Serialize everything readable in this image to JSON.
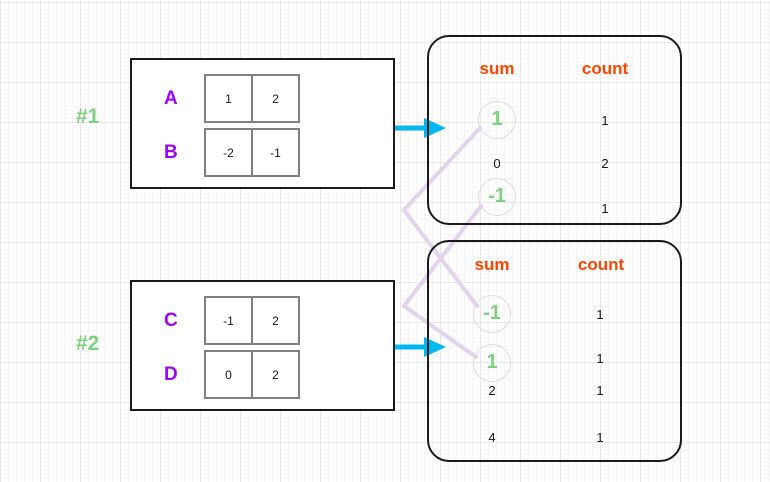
{
  "diagram": {
    "title": "",
    "colors": {
      "group_label": "#7ed07e",
      "row_label": "#a000ff",
      "header": "#ff4500",
      "highlight": "#7ed07e",
      "arrow": "#00b8f0",
      "link": "#e3d3ec",
      "box_border": "#1a1a1a",
      "cell_border": "#808080"
    },
    "groups": [
      {
        "label": "#1",
        "rows": [
          {
            "name": "A",
            "values": [
              "1",
              "2"
            ]
          },
          {
            "name": "B",
            "values": [
              "-2",
              "-1"
            ]
          }
        ]
      },
      {
        "label": "#2",
        "rows": [
          {
            "name": "C",
            "values": [
              "-1",
              "2"
            ]
          },
          {
            "name": "D",
            "values": [
              "0",
              "2"
            ]
          }
        ]
      }
    ],
    "panels": [
      {
        "headers": {
          "sum": "sum",
          "count": "count"
        },
        "rows": [
          {
            "sum": "1",
            "count": "1",
            "highlighted": true
          },
          {
            "sum": "0",
            "count": "2",
            "highlighted": false
          },
          {
            "sum": "-1",
            "count": "1",
            "highlighted": true
          }
        ]
      },
      {
        "headers": {
          "sum": "sum",
          "count": "count"
        },
        "rows": [
          {
            "sum": "-1",
            "count": "1",
            "highlighted": true
          },
          {
            "sum": "1",
            "count": "1",
            "highlighted": true
          },
          {
            "sum": "2",
            "count": "1",
            "highlighted": false
          },
          {
            "sum": "4",
            "count": "1",
            "highlighted": false
          }
        ]
      }
    ],
    "arrows": [
      {
        "name": "group-1-to-panel-1"
      },
      {
        "name": "group-2-to-panel-2"
      }
    ],
    "links": [
      {
        "from": "panel-1-sum-1",
        "to": "panel-2-sum-1"
      },
      {
        "from": "panel-1-sum--1",
        "to": "panel-2-sum--1"
      }
    ]
  }
}
